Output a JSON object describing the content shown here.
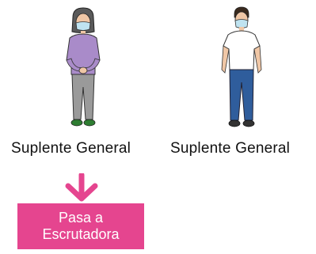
{
  "captions": {
    "left": "Suplente General",
    "right": "Suplente General"
  },
  "badge": {
    "line1": "Pasa a",
    "line2": "Escrutadora"
  },
  "icons": {
    "arrow": "arrow-down-icon",
    "figure_left": "woman-figure-icon",
    "figure_right": "man-figure-icon"
  },
  "colors": {
    "accent": "#e5458f",
    "arrow": "#e5458f"
  }
}
